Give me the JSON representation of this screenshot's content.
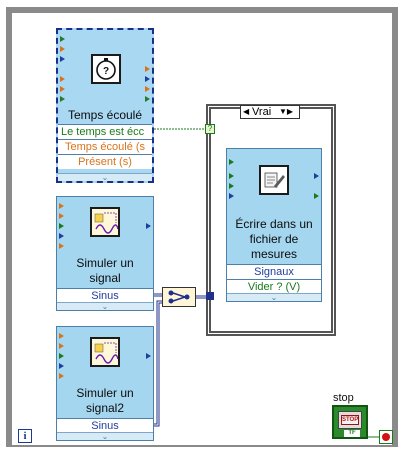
{
  "elapsed_time_vi": {
    "title": "Temps écoulé",
    "outputs": [
      "Le temps est écc",
      "Temps écoulé (s",
      "Présent (s)"
    ],
    "icon": "stopwatch-question-icon"
  },
  "simulate_signal_1": {
    "title_line1": "Simuler un",
    "title_line2": "signal",
    "output": "Sinus",
    "icon": "sine-wave-icon"
  },
  "simulate_signal_2": {
    "title_line1": "Simuler un",
    "title_line2": "signal2",
    "output": "Sinus",
    "icon": "sine-wave-icon"
  },
  "case_structure": {
    "selector_value": "Vrai",
    "boolean_tunnel": "?"
  },
  "write_measurement_file": {
    "title_line1": "Écrire dans un",
    "title_line2": "fichier de",
    "title_line3": "mesures",
    "inputs": [
      "Signaux",
      "Vider ? (V)"
    ],
    "icon": "pen-file-icon"
  },
  "stop_control": {
    "label": "stop",
    "button_text": "STOP",
    "type_text": "TF"
  },
  "loop_iteration": {
    "label": "i"
  },
  "colors": {
    "express_vi_bg": "#a5d6f0",
    "boolean_wire": "#1b7a1b",
    "dynamic_data_wire": "#1f2f8a",
    "loop_frame": "#8a8a8a"
  }
}
